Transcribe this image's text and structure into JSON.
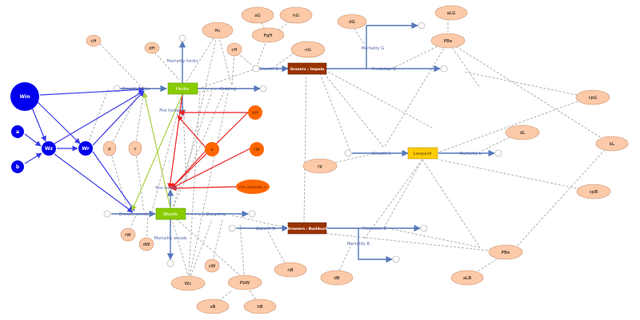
{
  "colors": {
    "blue_node": "#0000ee",
    "blue_edge": "#3a3ae8",
    "red_node": "#ff6600",
    "red_edge": "#ee2222",
    "param_fill": "#fccaa8",
    "param_stroke": "#b07050",
    "herbs_fill": "#88cc00",
    "woods_fill": "#88cc00",
    "grazers_fill": "#993300",
    "browsers_fill": "#993300",
    "leopard_fill": "#ffcc00",
    "flow_edge": "#5577bb",
    "lime_edge": "#a8d040",
    "dashed_edge": "#999999"
  },
  "blue_nodes": {
    "win": "Win",
    "a": "a",
    "b": "b",
    "wz": "Wz",
    "wr": "Wr"
  },
  "red_nodes": {
    "kh": "kH",
    "e": "e",
    "rw": "rW",
    "fire_intensity": "Fire intensity d"
  },
  "stocks": {
    "herbs": "Herbs",
    "woods": "Woods",
    "grazers": "Grazers : Impala",
    "browsers": "Browsers : Bushbuck",
    "leopard": "Leopard"
  },
  "params": {
    "ch": "cH",
    "dh": "dH",
    "hc": "Hc",
    "sg": "sG",
    "hg": "hG",
    "pgh": "PgH",
    "ch2": "cH",
    "ng": "nG",
    "dg": "dG",
    "alg": "aLG",
    "pbg": "PBe",
    "cpg": "cpG",
    "p": "p",
    "c": "c",
    "dl": "dL",
    "kl": "kL",
    "rp": "rp",
    "cpb": "cpB",
    "rw_p": "rW",
    "dw": "dW",
    "cw": "cW",
    "wc": "Wc",
    "pbw": "PbW",
    "sb": "sB",
    "hb": "hB",
    "nb": "nB",
    "db": "dB",
    "pbb": "PBe",
    "alb": "aLB"
  },
  "flow_labels": {
    "growth_herbs": "Growth herbs",
    "mortality_herbs": "Mortality herbs",
    "grazing": "Grazing",
    "fire_herbs": "Fire herbs",
    "fire_woods": "Fire woods",
    "growth_woods": "Growth woods",
    "browsing": "Browsing",
    "mortality_woods": "Mortality woods",
    "growth_g": "Growth G",
    "mortality_g": "Mortality G",
    "predation_g": "Predation G",
    "growth_l": "Growth L",
    "mortality_l": "Mortality L",
    "growth_b": "Growth B",
    "predation_b": "Predation B",
    "mortality_b": "Mortality B"
  }
}
